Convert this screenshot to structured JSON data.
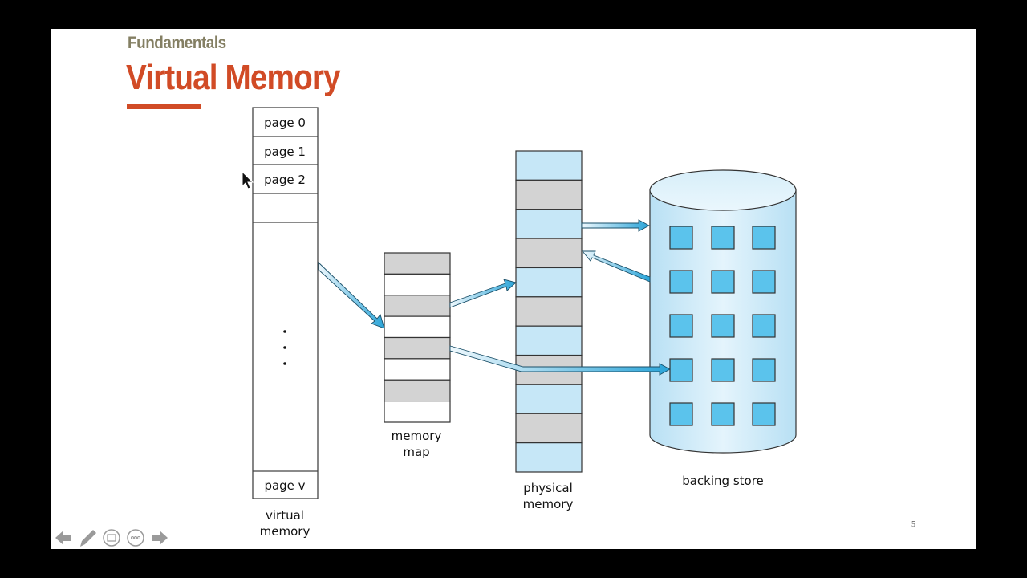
{
  "slide": {
    "subtitle": "Fundamentals",
    "title": "Virtual Memory",
    "page_number": "5",
    "accent_color": "#d14b26",
    "subtitle_color": "#847f63"
  },
  "diagram": {
    "virtual_memory": {
      "pages": [
        "page 0",
        "page 1",
        "page 2",
        "",
        "page v"
      ],
      "ellipsis": "...",
      "label_line1": "virtual",
      "label_line2": "memory"
    },
    "memory_map": {
      "label_line1": "memory",
      "label_line2": "map",
      "rows": [
        "filled",
        "empty",
        "filled",
        "empty",
        "filled",
        "empty",
        "filled",
        "empty"
      ]
    },
    "physical_memory": {
      "label_line1": "physical",
      "label_line2": "memory",
      "frames": [
        "free",
        "used",
        "free",
        "used",
        "free",
        "used",
        "free",
        "used",
        "free",
        "used",
        "free"
      ]
    },
    "backing_store": {
      "label": "backing store",
      "grid_rows": 5,
      "grid_cols": 3
    },
    "colors": {
      "used_frame": "#d3d3d3",
      "free_frame": "#c6e7f7",
      "block": "#5bc3ec",
      "arrow": "#2aa4d8"
    }
  },
  "controls": {
    "prev": "previous-slide",
    "pen": "pen-tool",
    "slides": "see-all-slides",
    "more": "more-options",
    "next": "next-slide"
  }
}
